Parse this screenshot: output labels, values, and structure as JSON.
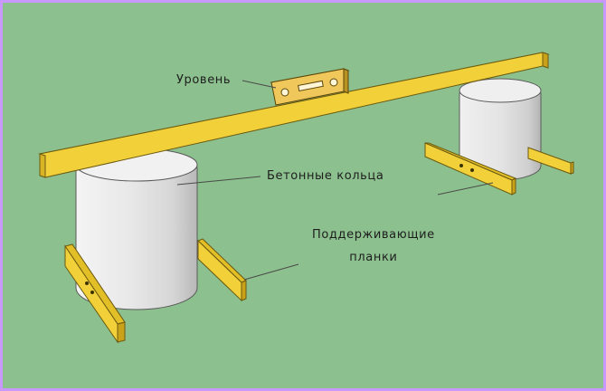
{
  "colors": {
    "background": "#8cc08e",
    "frame_border": "#c898ff",
    "wood": "#f2d03a",
    "wood_dark": "#c9a21a",
    "concrete": "#e9e9e9",
    "concrete_shade": "#bdbdbd",
    "leader_line": "#4a4a4a"
  },
  "labels": {
    "level": "Уровень",
    "concrete_rings": "Бетонные кольца",
    "support_planks_line1": "Поддерживающие",
    "support_planks_line2": "планки"
  },
  "icons": {
    "level_tool": "spirit-level-icon"
  }
}
